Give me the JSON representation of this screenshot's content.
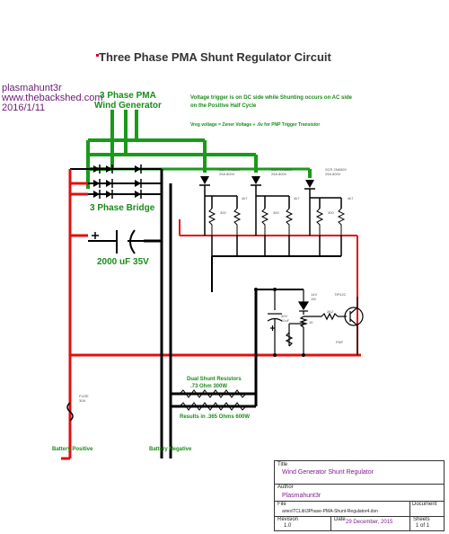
{
  "title": "Three Phase PMA Shunt Regulator Circuit",
  "watermark": {
    "line1": "plasmahunt3r",
    "line2": "www.thebackshed.com",
    "line3": "2016/1/11"
  },
  "labels": {
    "generator": "3 Phase PMA\nWind Generator",
    "bridge": "3 Phase Bridge",
    "capacitor": "2000 uF  35V",
    "note1": "Voltage trigger is on DC side while Shunting occurs on AC side\non the Positive Half Cycle",
    "note2": "Vreg voltage = Zener Voltage + .6v for PNP Trigger Transistor",
    "scr": "SCR 2N6509\n25A 800V",
    "r300": "300",
    "r4k7": "4k7",
    "zener": "14V\n1W",
    "cap2": "50V\n10uF",
    "r1k": "1K",
    "r2k2": "2K2",
    "transistor": "TIP42C",
    "pnp": "PNP",
    "fuse": "FUSE\n30A",
    "shunt_title": "Dual Shunt Resistors",
    "shunt_res": ".73 Ohm 300W",
    "shunt_result": "Results in .365 Ohms 600W",
    "batt_pos": "Battery  Positive",
    "batt_neg": "Battery  Negative"
  },
  "title_block": {
    "title_label": "Title",
    "title_value": "Wind Generator Shunt Regulator",
    "author_label": "Author",
    "author_value": "Plasmahunt3r",
    "file_label": "File",
    "file_value": "aries\\TCLib\\3Phase-PMA-Shunt-Regulator4.dsn",
    "document_label": "Document",
    "revision_label": "Revision",
    "revision_value": "1.0",
    "date_label": "Date",
    "date_value": "29 December, 2015",
    "sheets_label": "Sheets",
    "sheets_value": "1 of 1"
  },
  "colors": {
    "wire_red": "#e01010",
    "wire_black": "#000000",
    "wire_green": "#1a9a1a",
    "watermark": "#6b1a74",
    "label_green": "#1a8c1a"
  }
}
